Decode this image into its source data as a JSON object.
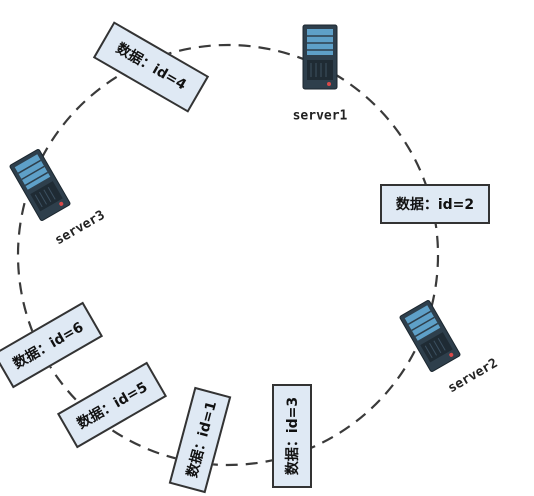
{
  "servers": [
    {
      "id": "server1",
      "name": "server1"
    },
    {
      "id": "server2",
      "name": "server2"
    },
    {
      "id": "server3",
      "name": "server3"
    }
  ],
  "data_boxes": [
    {
      "id": "id1",
      "text": "数据：id=1"
    },
    {
      "id": "id2",
      "text": "数据：id=2"
    },
    {
      "id": "id3",
      "text": "数据：id=3"
    },
    {
      "id": "id4",
      "text": "数据：id=4"
    },
    {
      "id": "id5",
      "text": "数据：id=5"
    },
    {
      "id": "id6",
      "text": "数据：id=6"
    }
  ],
  "colors": {
    "box_fill": "#dfe9f4",
    "box_border": "#333333",
    "server_body": "#2e3f4c",
    "server_panel": "#5ea0c8",
    "ring": "#3a3a3a"
  }
}
